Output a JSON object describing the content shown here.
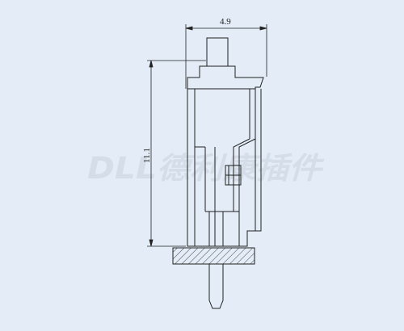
{
  "dimensions": {
    "width_label": "4.9",
    "height_label": "11.1"
  },
  "watermark": {
    "text": "DLL德利康插件"
  },
  "colors": {
    "background": "#e3ecf7",
    "line": "#222222",
    "hatch": "#444444",
    "watermark": "#d4dde8"
  }
}
